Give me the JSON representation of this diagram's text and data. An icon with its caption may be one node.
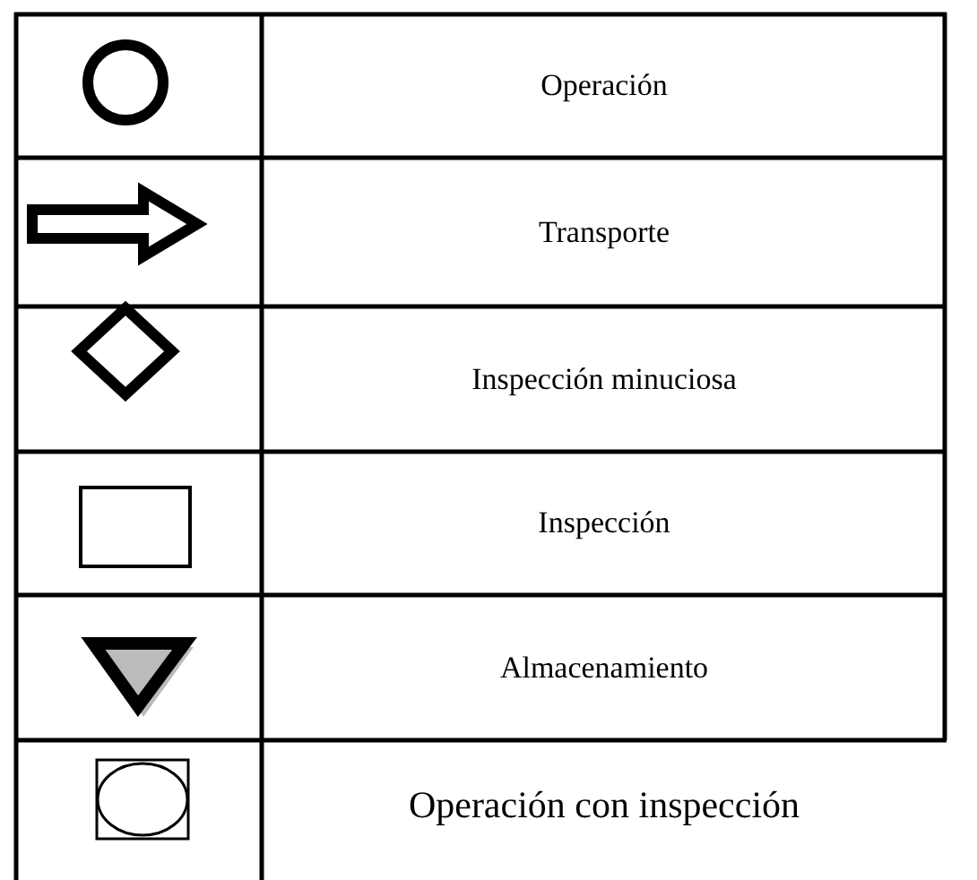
{
  "diagram": {
    "legend": [
      {
        "text": "Operación"
      },
      {
        "text": "Transporte"
      },
      {
        "text": "Inspección minuciosa"
      },
      {
        "text": "Inspección"
      },
      {
        "text": "Almacenamiento"
      },
      {
        "text": "Operación con inspección"
      }
    ]
  }
}
